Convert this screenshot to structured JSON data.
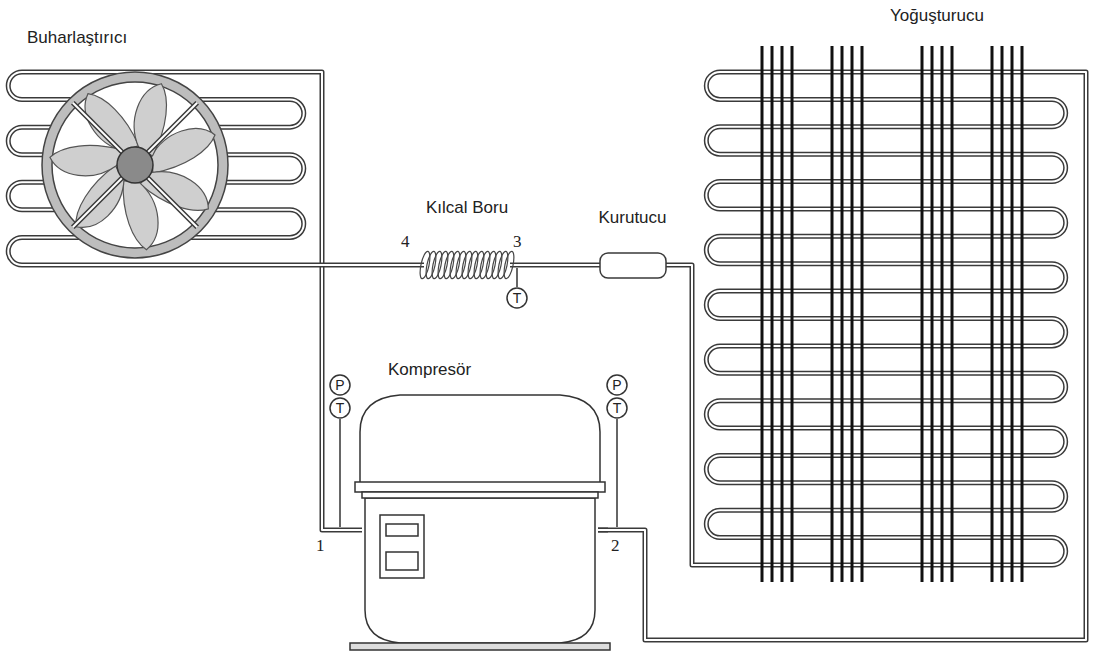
{
  "diagram": {
    "nodes": [
      {
        "text": [
          "Buharlaştırıcı"
        ]
      },
      {
        "text": [
          "Yoğuşturucu"
        ]
      },
      {
        "text": [
          "Kılcal Boru"
        ]
      },
      {
        "text": [
          "Kurutucu"
        ]
      },
      {
        "text": [
          "T"
        ]
      },
      {
        "text": [
          "Kompresör"
        ]
      },
      {
        "text": [
          "P"
        ]
      },
      {
        "text": [
          "T"
        ]
      },
      {
        "text": [
          "P"
        ]
      },
      {
        "text": [
          "T"
        ]
      }
    ],
    "edges": [
      {
        "from": 0,
        "to": 5,
        "arrow": "none"
      },
      {
        "from": 5,
        "to": 1,
        "arrow": "none"
      },
      {
        "from": 1,
        "to": 3,
        "arrow": "none"
      },
      {
        "from": 3,
        "to": 2,
        "arrow": "none"
      },
      {
        "from": 2,
        "to": 0,
        "arrow": "none"
      }
    ],
    "labels": [
      "4",
      "3",
      "1",
      "2"
    ]
  }
}
